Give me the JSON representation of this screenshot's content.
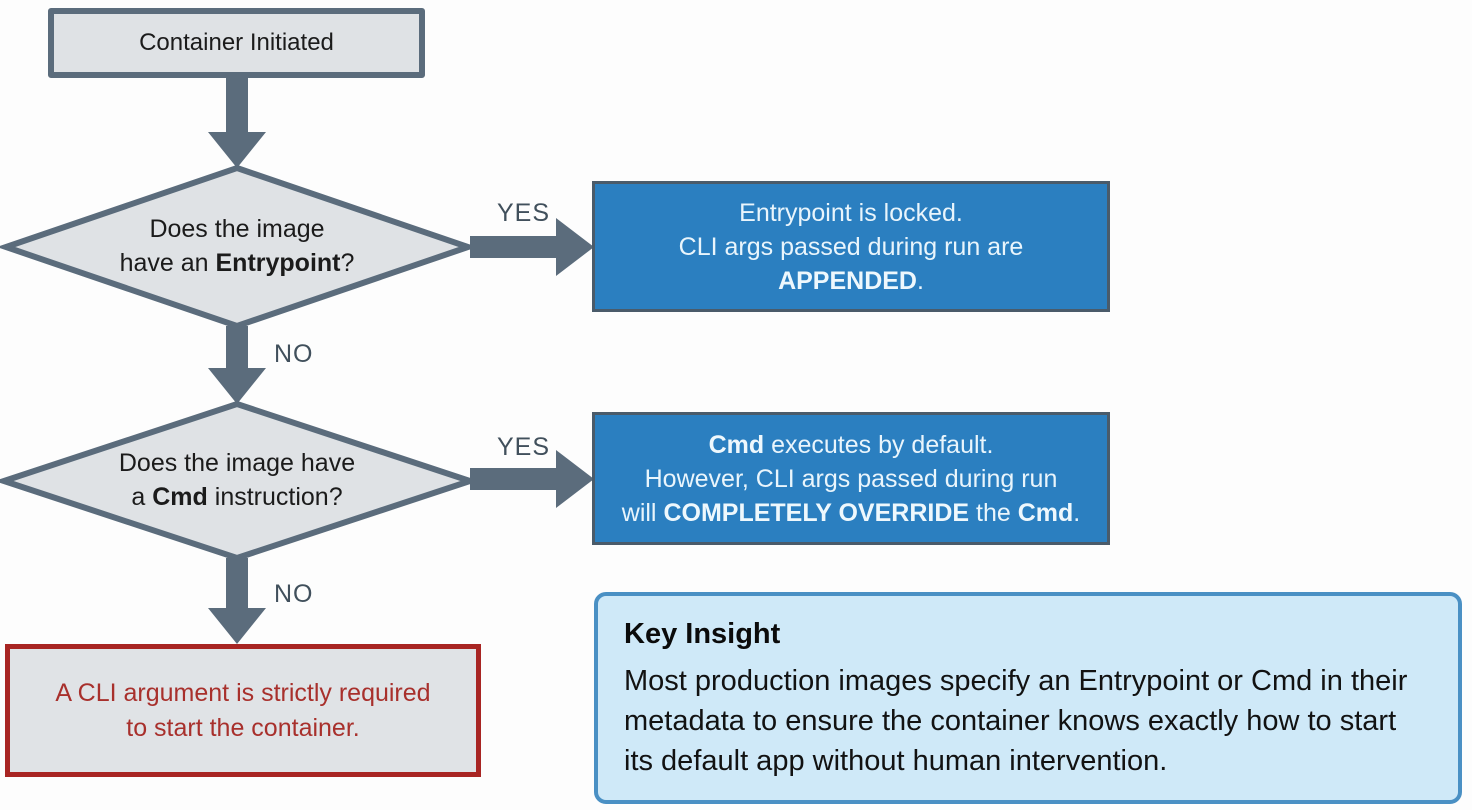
{
  "colors": {
    "connector_slate": "#5b6c7c",
    "node_fill_gray": "#dfe2e5",
    "outcome_blue_fill": "#2b7fc0",
    "outcome_blue_border": "#4a5b6a",
    "outcome_blue_text": "#e9f5fc",
    "error_border_red": "#a82523",
    "error_text_red": "#a8302c",
    "insight_fill": "#cfe9f8",
    "insight_border": "#4a90c4",
    "edge_label_color": "#41505c"
  },
  "flowchart": {
    "start": {
      "label": "Container Initiated"
    },
    "decision1": {
      "line1": "Does the image",
      "line2_pre": "have an ",
      "line2_bold": "Entrypoint",
      "line2_post": "?"
    },
    "decision2": {
      "line1": "Does the image have",
      "line2_pre": "a ",
      "line2_bold": "Cmd",
      "line2_post": " instruction?"
    },
    "edge_labels": {
      "yes1": "YES",
      "no1": "NO",
      "yes2": "YES",
      "no2": "NO"
    },
    "outcome_entrypoint": {
      "line1": "Entrypoint is locked.",
      "line2": "CLI args passed during run are",
      "line3_bold": "APPENDED",
      "line3_post": "."
    },
    "outcome_cmd": {
      "line1_bold": "Cmd",
      "line1_rest": " executes by default.",
      "line2": "However, CLI args passed during run",
      "line3_pre": "will ",
      "line3_bold": "COMPLETELY OVERRIDE",
      "line3_mid": " the ",
      "line3_bold2": "Cmd",
      "line3_post": "."
    },
    "outcome_no_cmd": {
      "line1": "A CLI argument is strictly required",
      "line2": "to start the container."
    },
    "key_insight": {
      "title": "Key Insight",
      "body": "Most production images specify an Entrypoint or Cmd in their metadata to ensure the container knows exactly how to start its default app without human intervention."
    }
  }
}
